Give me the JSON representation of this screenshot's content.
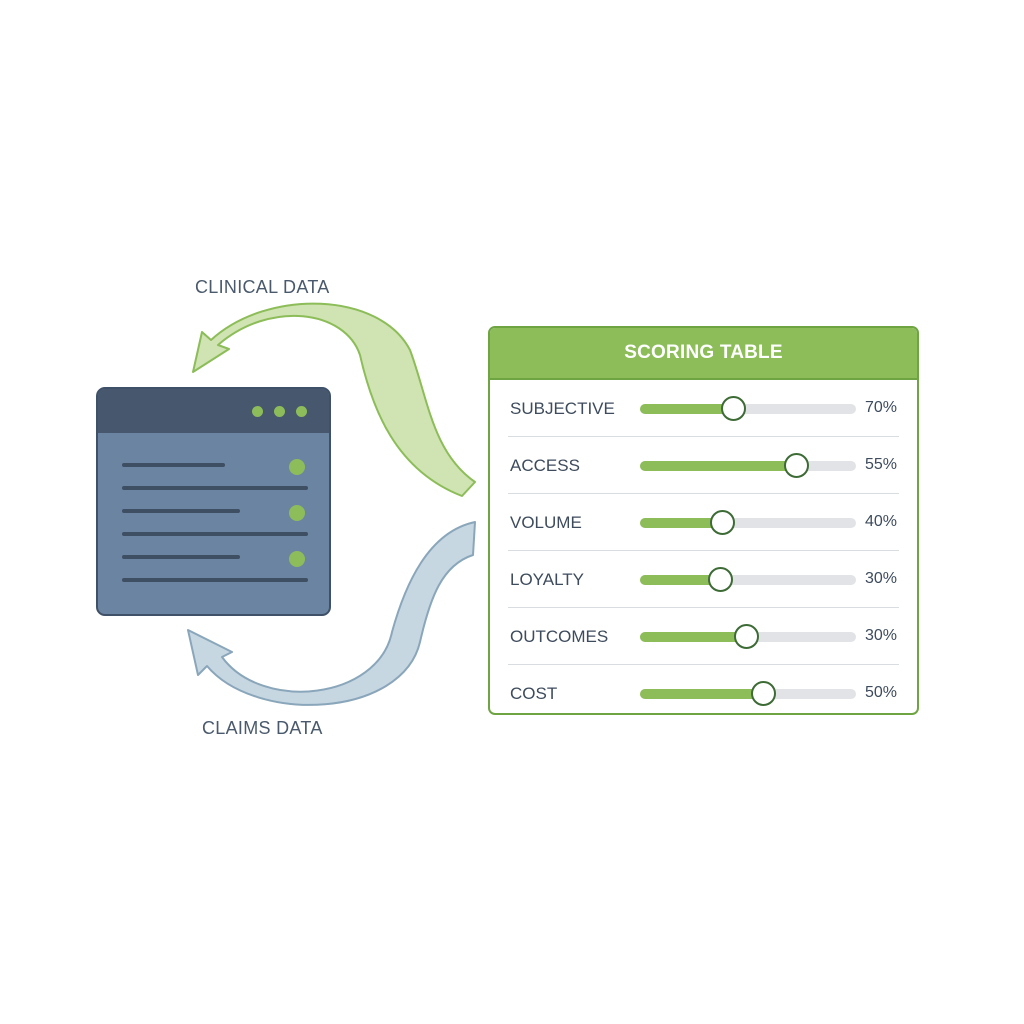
{
  "flows": {
    "clinical_label": "CLINICAL DATA",
    "claims_label": "CLAIMS DATA"
  },
  "colors": {
    "accent_green": "#8cbd58",
    "window_blue": "#6b84a1",
    "arrow_blue": "#a6bccb"
  },
  "app_window": {
    "icon": "application-window-icon",
    "title_dots": 3,
    "status_dots": 3
  },
  "scoring_table": {
    "title": "SCORING TABLE",
    "rows": [
      {
        "label": "SUBJECTIVE",
        "value_text": "70%",
        "slider_fill": 0.43
      },
      {
        "label": "ACCESS",
        "value_text": "55%",
        "slider_fill": 0.72
      },
      {
        "label": "VOLUME",
        "value_text": "40%",
        "slider_fill": 0.38
      },
      {
        "label": "LOYALTY",
        "value_text": "30%",
        "slider_fill": 0.37
      },
      {
        "label": "OUTCOMES",
        "value_text": "30%",
        "slider_fill": 0.49
      },
      {
        "label": "COST",
        "value_text": "50%",
        "slider_fill": 0.57
      }
    ]
  }
}
